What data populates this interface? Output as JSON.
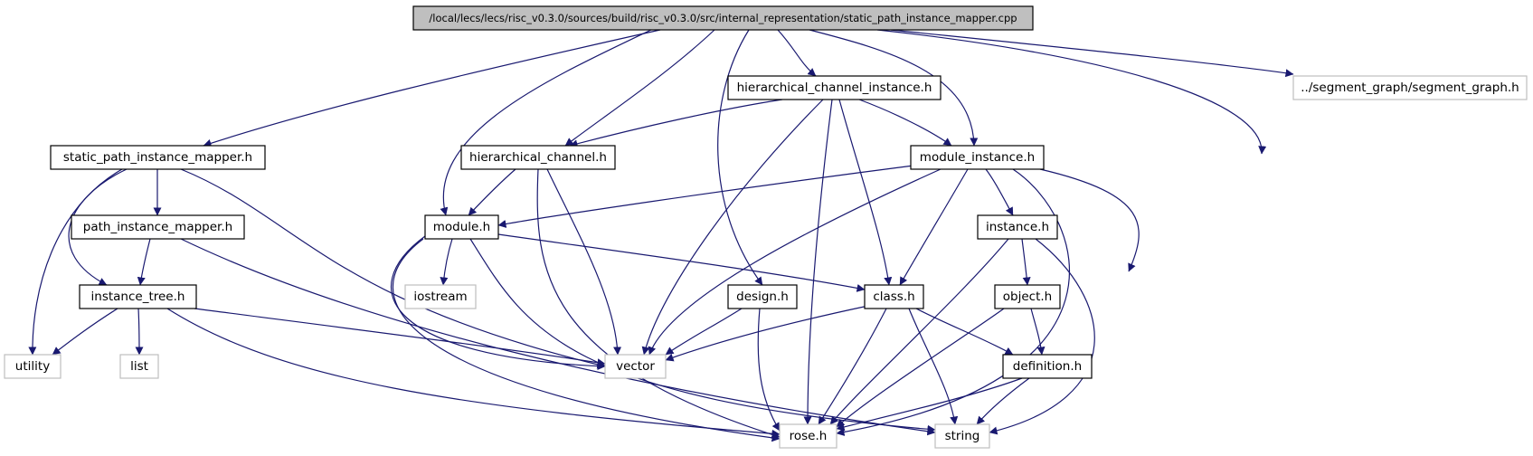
{
  "graph": {
    "colors": {
      "edge": "#191970",
      "node_border": "#000000",
      "external_border": "#bfbfbf",
      "root_fill": "#bfbfbf",
      "node_fill": "#ffffff"
    },
    "nodes": [
      {
        "id": "root",
        "label": "/local/lecs/lecs/risc_v0.3.0/sources/build/risc_v0.3.0/src/internal_representation/static_path_instance_mapper.cpp",
        "kind": "root"
      },
      {
        "id": "hci",
        "label": "hierarchical_channel_instance.h",
        "kind": "file"
      },
      {
        "id": "segment",
        "label": "../segment_graph/segment_graph.h",
        "kind": "external"
      },
      {
        "id": "spim",
        "label": "static_path_instance_mapper.h",
        "kind": "file"
      },
      {
        "id": "hc",
        "label": "hierarchical_channel.h",
        "kind": "file"
      },
      {
        "id": "mi",
        "label": "module_instance.h",
        "kind": "file"
      },
      {
        "id": "pim",
        "label": "path_instance_mapper.h",
        "kind": "file"
      },
      {
        "id": "module",
        "label": "module.h",
        "kind": "file"
      },
      {
        "id": "instance",
        "label": "instance.h",
        "kind": "file"
      },
      {
        "id": "iostream",
        "label": "iostream",
        "kind": "external"
      },
      {
        "id": "design",
        "label": "design.h",
        "kind": "file"
      },
      {
        "id": "class",
        "label": "class.h",
        "kind": "file"
      },
      {
        "id": "object",
        "label": "object.h",
        "kind": "file"
      },
      {
        "id": "itree",
        "label": "instance_tree.h",
        "kind": "file"
      },
      {
        "id": "utility",
        "label": "utility",
        "kind": "external"
      },
      {
        "id": "list",
        "label": "list",
        "kind": "external"
      },
      {
        "id": "vector",
        "label": "vector",
        "kind": "external"
      },
      {
        "id": "definition",
        "label": "definition.h",
        "kind": "file"
      },
      {
        "id": "rose",
        "label": "rose.h",
        "kind": "external"
      },
      {
        "id": "string",
        "label": "string",
        "kind": "external"
      }
    ],
    "edges": [
      [
        "root",
        "spim"
      ],
      [
        "root",
        "module"
      ],
      [
        "root",
        "hc"
      ],
      [
        "root",
        "design"
      ],
      [
        "root",
        "hci"
      ],
      [
        "root",
        "mi"
      ],
      [
        "root",
        "definition"
      ],
      [
        "root",
        "segment"
      ],
      [
        "spim",
        "utility"
      ],
      [
        "spim",
        "itree"
      ],
      [
        "spim",
        "pim"
      ],
      [
        "spim",
        "vector"
      ],
      [
        "pim",
        "itree"
      ],
      [
        "pim",
        "string"
      ],
      [
        "itree",
        "utility"
      ],
      [
        "itree",
        "list"
      ],
      [
        "itree",
        "vector"
      ],
      [
        "itree",
        "rose"
      ],
      [
        "hci",
        "hc"
      ],
      [
        "hci",
        "mi"
      ],
      [
        "hci",
        "vector"
      ],
      [
        "hci",
        "rose"
      ],
      [
        "hci",
        "class"
      ],
      [
        "hc",
        "module"
      ],
      [
        "hc",
        "vector"
      ],
      [
        "hc",
        "rose"
      ],
      [
        "mi",
        "module"
      ],
      [
        "mi",
        "vector"
      ],
      [
        "mi",
        "class"
      ],
      [
        "mi",
        "instance"
      ],
      [
        "mi",
        "rose"
      ],
      [
        "mi",
        "string"
      ],
      [
        "module",
        "iostream"
      ],
      [
        "module",
        "vector"
      ],
      [
        "module",
        "rose"
      ],
      [
        "module",
        "string"
      ],
      [
        "module",
        "class"
      ],
      [
        "design",
        "vector"
      ],
      [
        "design",
        "rose"
      ],
      [
        "class",
        "vector"
      ],
      [
        "class",
        "rose"
      ],
      [
        "class",
        "string"
      ],
      [
        "class",
        "definition"
      ],
      [
        "instance",
        "object"
      ],
      [
        "instance",
        "rose"
      ],
      [
        "instance",
        "string"
      ],
      [
        "object",
        "definition"
      ],
      [
        "object",
        "rose"
      ],
      [
        "definition",
        "rose"
      ],
      [
        "definition",
        "string"
      ]
    ]
  }
}
